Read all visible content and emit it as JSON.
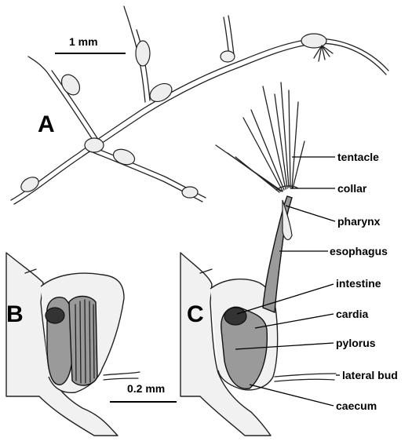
{
  "panel_labels": {
    "a": "A",
    "b": "B",
    "c": "C"
  },
  "scale_bars": {
    "top": "1 mm",
    "bottom": "0.2 mm"
  },
  "structure_labels": {
    "tentacle": "tentacle",
    "collar": "collar",
    "pharynx": "pharynx",
    "esophagus": "esophagus",
    "intestine": "intestine",
    "cardia": "cardia",
    "pylorus": "pylorus",
    "lateral_bud": "lateral bud",
    "caecum": "caecum"
  }
}
